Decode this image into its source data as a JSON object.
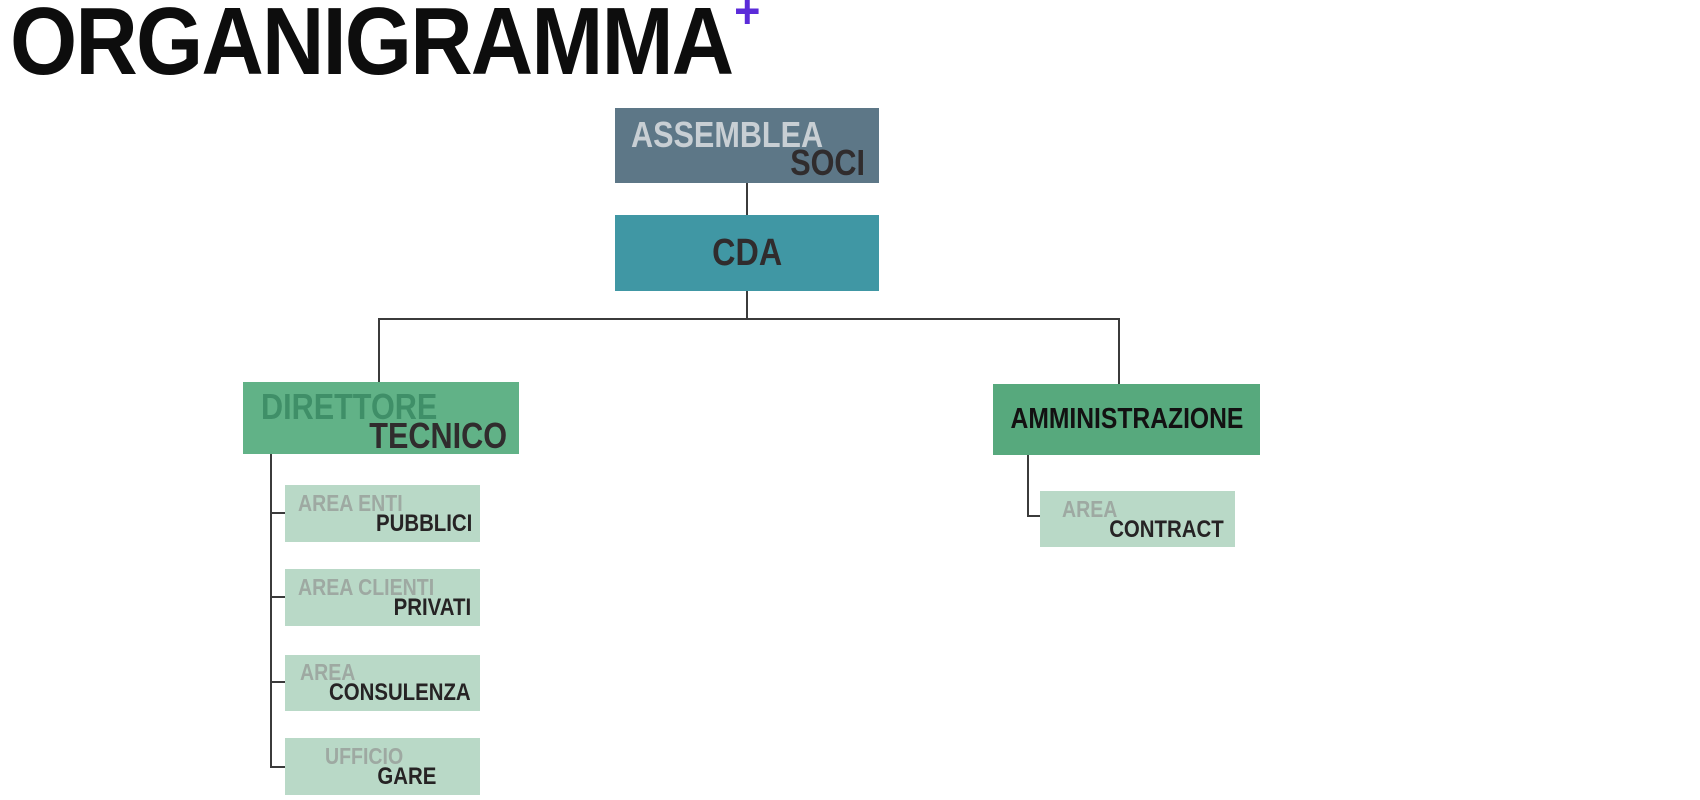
{
  "title": {
    "text": "ORGANIGRAMMA",
    "plus": "+"
  },
  "colors": {
    "accent_purple": "#5b2bd9",
    "slate_box": "#5d7787",
    "teal_box": "#4097a4",
    "green_box_direttore": "#61b287",
    "green_box_amministrazione": "#57a97d",
    "light_green_box": "#b9d9c7",
    "connector_line": "#3b3b3b",
    "text_light_on_slate": "#c8cfd4",
    "text_dark": "#302c2d",
    "text_green_word": "#3f8f68",
    "text_gray_word": "#9ea9a2"
  },
  "chart": {
    "assemblea_soci": {
      "line1": "ASSEMBLEA",
      "line2": "SOCI"
    },
    "cda": {
      "label": "CDA"
    },
    "direttore_tecnico": {
      "line1": "DIRETTORE",
      "line2": "TECNICO"
    },
    "amministrazione": {
      "label": "AMMINISTRAZIONE"
    },
    "area_enti_pubblici": {
      "line1": "AREA ENTI",
      "line2": "PUBBLICI"
    },
    "area_clienti_privati": {
      "line1": "AREA CLIENTI",
      "line2": "PRIVATI"
    },
    "area_consulenza": {
      "line1": "AREA",
      "line2": "CONSULENZA"
    },
    "ufficio_gare": {
      "line1": "UFFICIO",
      "line2": "GARE"
    },
    "area_contract": {
      "line1": "AREA",
      "line2": "CONTRACT"
    }
  },
  "hierarchy": {
    "assemblea_soci": [
      "cda"
    ],
    "cda": [
      "direttore_tecnico",
      "amministrazione"
    ],
    "direttore_tecnico": [
      "area_enti_pubblici",
      "area_clienti_privati",
      "area_consulenza",
      "ufficio_gare"
    ],
    "amministrazione": [
      "area_contract"
    ]
  }
}
